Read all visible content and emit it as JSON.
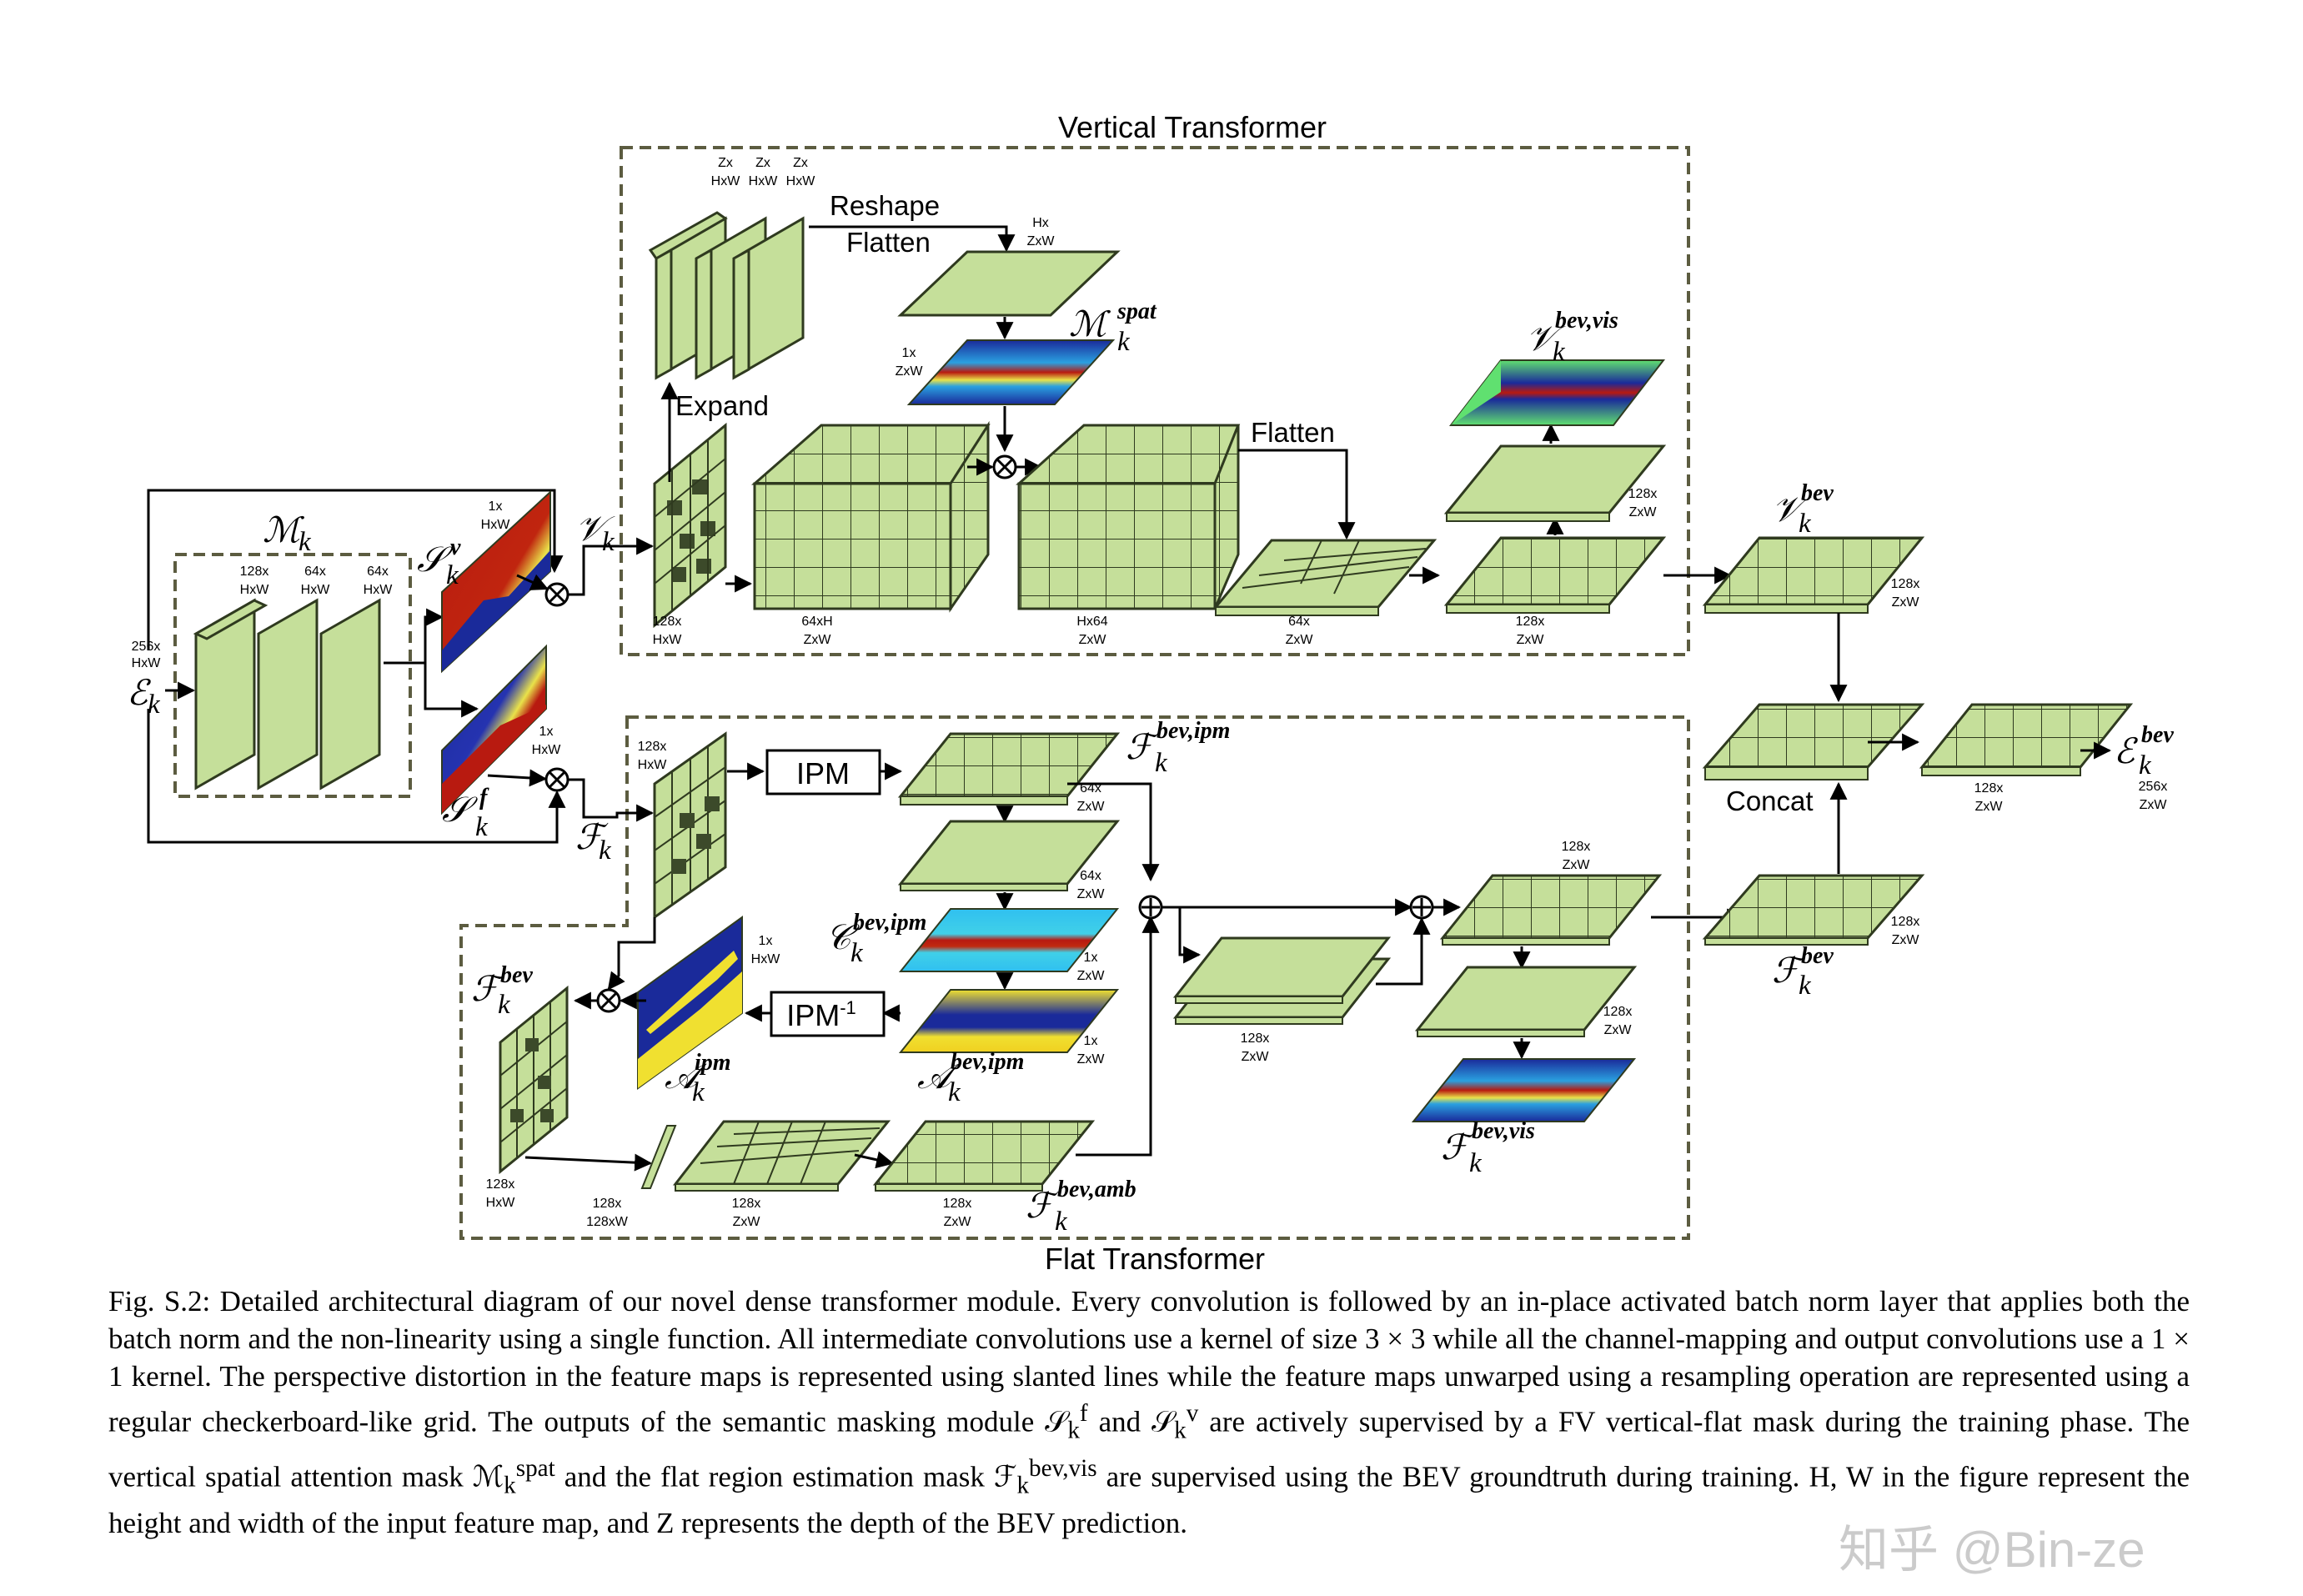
{
  "titles": {
    "vertical": "Vertical Transformer",
    "flat": "Flat Transformer"
  },
  "boxes": {
    "ipm": "IPM",
    "ipm_inv": "IPM",
    "ipm_inv_sup": "-1"
  },
  "operations": {
    "reshape": "Reshape",
    "flatten_top": "Flatten",
    "expand": "Expand",
    "flatten_right": "Flatten",
    "concat": "Concat"
  },
  "symbols": {
    "E_k": {
      "base": "ℰ",
      "sub": "k",
      "sup": ""
    },
    "M_k": {
      "base": "ℳ",
      "sub": "k",
      "sup": ""
    },
    "S_v": {
      "base": "𝒮",
      "sub": "k",
      "sup": "v"
    },
    "S_f": {
      "base": "𝒮",
      "sub": "k",
      "sup": "f"
    },
    "V_k": {
      "base": "𝒱",
      "sub": "k",
      "sup": ""
    },
    "F_k": {
      "base": "ℱ",
      "sub": "k",
      "sup": ""
    },
    "M_spat": {
      "base": "ℳ",
      "sub": "k",
      "sup": "spat"
    },
    "V_bev_vis": {
      "base": "𝒱",
      "sub": "k",
      "sup": "bev,vis"
    },
    "V_bev": {
      "base": "𝒱",
      "sub": "k",
      "sup": "bev"
    },
    "E_bev": {
      "base": "ℰ",
      "sub": "k",
      "sup": "bev"
    },
    "F_bev_ipm": {
      "base": "ℱ",
      "sub": "k",
      "sup": "bev,ipm"
    },
    "C_bev_ipm": {
      "base": "𝒞",
      "sub": "k",
      "sup": "bev,ipm"
    },
    "A_bev_ipm": {
      "base": "𝒜",
      "sub": "k",
      "sup": "bev,ipm"
    },
    "A_ipm": {
      "base": "𝒜",
      "sub": "k",
      "sup": "ipm"
    },
    "F_bev_left": {
      "base": "ℱ",
      "sub": "k",
      "sup": "bev"
    },
    "F_bev_right": {
      "base": "ℱ",
      "sub": "k",
      "sup": "bev"
    },
    "F_bev_amb": {
      "base": "ℱ",
      "sub": "k",
      "sup": "bev,amb"
    },
    "F_bev_vis": {
      "base": "ℱ",
      "sub": "k",
      "sup": "bev,vis"
    }
  },
  "dims": {
    "input": [
      "256x",
      "HxW"
    ],
    "enc1": [
      "128x",
      "HxW"
    ],
    "enc2": [
      "64x",
      "HxW"
    ],
    "enc3": [
      "64x",
      "HxW"
    ],
    "sv": [
      "1x",
      "HxW"
    ],
    "sf": [
      "1x",
      "HxW"
    ],
    "zx1": [
      "Zx",
      "HxW"
    ],
    "zx2": [
      "Zx",
      "HxW"
    ],
    "zx3": [
      "Zx",
      "HxW"
    ],
    "hx": [
      "Hx",
      "ZxW"
    ],
    "mspat": [
      "1x",
      "ZxW"
    ],
    "vk": [
      "128x",
      "HxW"
    ],
    "cube1": [
      "64xH",
      "ZxW"
    ],
    "cube2": [
      "Hx64",
      "ZxW"
    ],
    "vflat1": [
      "64x",
      "ZxW"
    ],
    "vflat2": [
      "128x",
      "ZxW"
    ],
    "vup": [
      "128x",
      "ZxW"
    ],
    "vbev": [
      "128x",
      "ZxW"
    ],
    "fk": [
      "128x",
      "HxW"
    ],
    "fipm": [
      "64x",
      "ZxW"
    ],
    "fconv": [
      "64x",
      "ZxW"
    ],
    "cbev": [
      "1x",
      "ZxW"
    ],
    "abev": [
      "1x",
      "ZxW"
    ],
    "aipm": [
      "1x",
      "HxW"
    ],
    "fbevleft": [
      "128x",
      "HxW"
    ],
    "fthin": [
      "128x",
      "128xW"
    ],
    "fwarp": [
      "128x",
      "ZxW"
    ],
    "famb": [
      "128x",
      "ZxW"
    ],
    "fstack": [
      "128x",
      "ZxW"
    ],
    "fsum": [
      "128x",
      "ZxW"
    ],
    "fvisconv": [
      "128x",
      "ZxW"
    ],
    "fbevright": [
      "128x",
      "ZxW"
    ],
    "concat": [
      "128x",
      "ZxW"
    ],
    "ebev": [
      "256x",
      "ZxW"
    ]
  },
  "caption": [
    "Fig. S.2: Detailed architectural diagram of our novel dense transformer module. Every convolution is followed by an in-place activated batch norm layer that applies both the batch norm and the non-linearity using a single function. All intermediate convolutions use a kernel of size 3 × 3 while all the channel-mapping and output convolutions use a 1 × 1 kernel. The perspective distortion in the feature maps is represented using slanted lines while the feature maps unwarped using a resampling operation are represented using a regular checkerboard-like grid. The outputs of the semantic masking module 𝒮",
    "k",
    "f",
    " and 𝒮",
    "k",
    "v",
    " are actively supervised by a FV vertical-flat mask during the training phase. The vertical spatial attention mask ℳ",
    "k",
    "spat",
    " and the flat region estimation mask ℱ",
    "k",
    "bev,vis",
    " are supervised using the BEV groundtruth during training. H, W in the figure represent the height and width of the input feature map, and Z represents the depth of the BEV prediction."
  ],
  "watermark": "知乎 @Bin-ze",
  "colors": {
    "feature": "#c5df9a",
    "feature_edge": "#2f3a1f",
    "box_border": "#5c5c40",
    "heat_red": "#b81a10",
    "heat_blue": "#1a2aa0"
  }
}
